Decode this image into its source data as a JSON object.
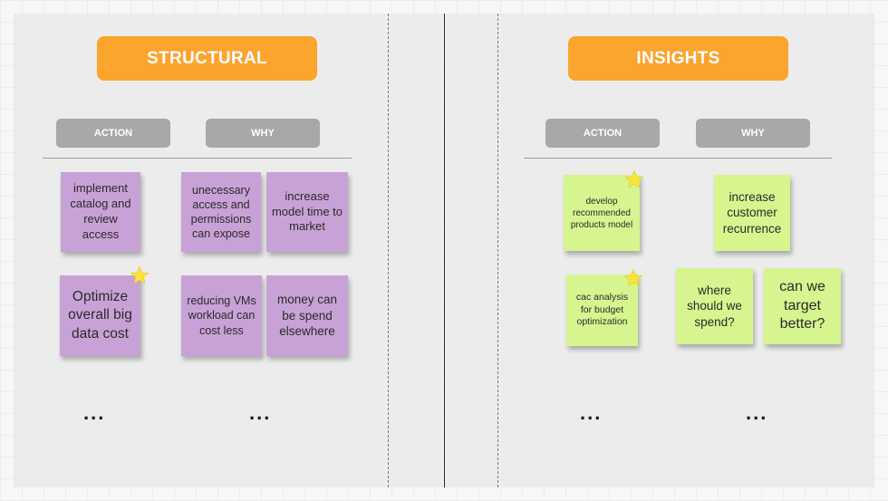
{
  "boards": {
    "structural": {
      "title": "STRUCTURAL",
      "action_label": "ACTION",
      "why_label": "WHY",
      "notes": [
        "implement catalog and review access",
        "unecessary access and permissions can expose",
        "increase model time to market",
        "Optimize overall big data cost",
        "reducing VMs workload can cost less",
        "money can be spend elsewhere"
      ],
      "more_action": "...",
      "more_why": "..."
    },
    "insights": {
      "title": "INSIGHTS",
      "action_label": "ACTION",
      "why_label": "WHY",
      "notes": [
        "develop recommended products model",
        "increase customer recurrence",
        "cac analysis for budget optimization",
        "where should we spend?",
        "can we target better?"
      ],
      "more_action": "...",
      "more_why": "..."
    }
  },
  "colors": {
    "title_orange": "#fba42e",
    "header_gray": "#a8a8a8",
    "note_purple": "#c8a2d6",
    "note_green": "#d6f58f",
    "star_yellow": "#f7e53b"
  },
  "icons": {
    "star": "star-icon"
  }
}
